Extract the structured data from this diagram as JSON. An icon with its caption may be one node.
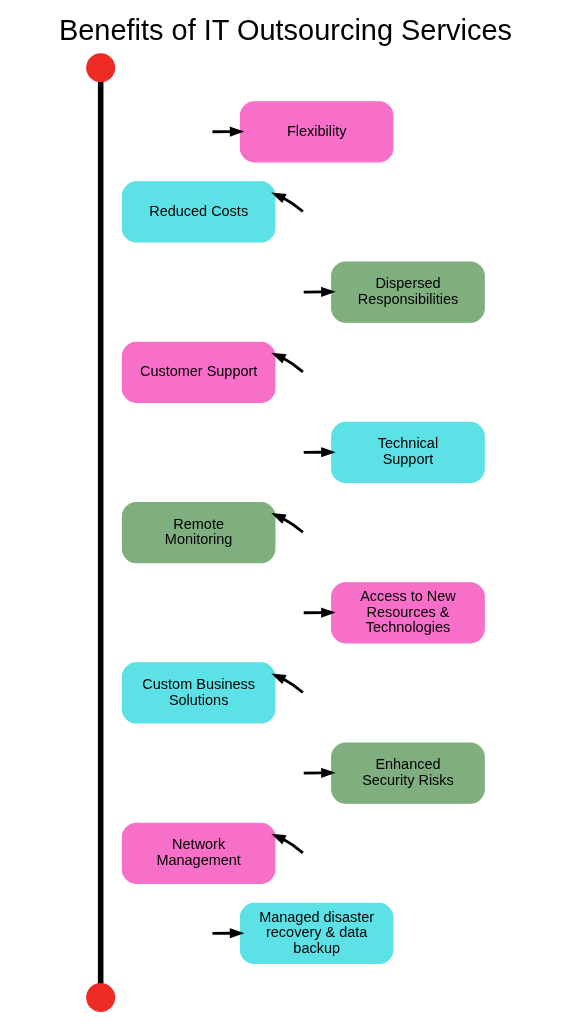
{
  "diagram": {
    "title": "Benefits of IT Outsourcing Services",
    "nodes": [
      {
        "text": [],
        "shape": "circle"
      },
      {
        "text": [
          "Flexibility"
        ]
      },
      {
        "text": [
          "Reduced Costs"
        ]
      },
      {
        "text": [
          "Dispersed Responsibilities"
        ]
      },
      {
        "text": [
          "Customer Support"
        ]
      },
      {
        "text": [
          "Technical Support"
        ]
      },
      {
        "text": [
          "Remote Monitoring"
        ]
      },
      {
        "text": [
          "Access to New Resources & Technologies"
        ]
      },
      {
        "text": [
          "Custom Business Solutions"
        ]
      },
      {
        "text": [
          "Enhanced Security Risks"
        ]
      },
      {
        "text": [
          "Network Management"
        ]
      },
      {
        "text": [
          "Managed disaster recovery & data backup"
        ]
      },
      {
        "text": [],
        "shape": "circle"
      }
    ],
    "edges": [
      {
        "from": 0,
        "to": 12,
        "arrow": "none",
        "style": "thick"
      },
      {
        "from": null,
        "to": 1,
        "arrow": "to"
      },
      {
        "from": null,
        "to": 2,
        "arrow": "to"
      },
      {
        "from": null,
        "to": 3,
        "arrow": "to"
      },
      {
        "from": null,
        "to": 4,
        "arrow": "to"
      },
      {
        "from": null,
        "to": 5,
        "arrow": "to"
      },
      {
        "from": null,
        "to": 6,
        "arrow": "to"
      },
      {
        "from": null,
        "to": 7,
        "arrow": "to"
      },
      {
        "from": null,
        "to": 8,
        "arrow": "to"
      },
      {
        "from": null,
        "to": 9,
        "arrow": "to"
      },
      {
        "from": null,
        "to": 10,
        "arrow": "to"
      },
      {
        "from": null,
        "to": 11,
        "arrow": "to"
      }
    ]
  }
}
